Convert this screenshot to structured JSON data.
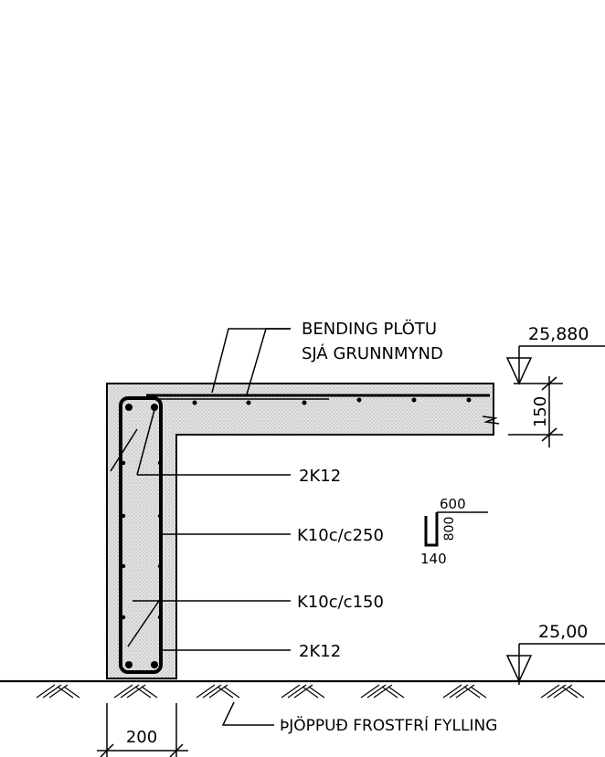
{
  "labels": {
    "bending_line1": "BENDING PLÖTU",
    "bending_line2": "SJÁ GRUNNMYND",
    "rebar_top": "2K12",
    "stirrup_spacing_1": "K10c/c250",
    "stirrup_spacing_2": "K10c/c150",
    "rebar_bottom": "2K12",
    "fill": "ÞJÖPPUÐ FROSTFRÍ FYLLING"
  },
  "levels": {
    "top": "25,880",
    "bottom": "25,00"
  },
  "dimensions": {
    "slab_thickness": "150",
    "wall_width": "200"
  },
  "stirrup_shape": {
    "top": "600",
    "side": "800",
    "bottom": "140"
  },
  "colors": {
    "line": "#000000",
    "concrete_fill": "#d9d9d9"
  }
}
